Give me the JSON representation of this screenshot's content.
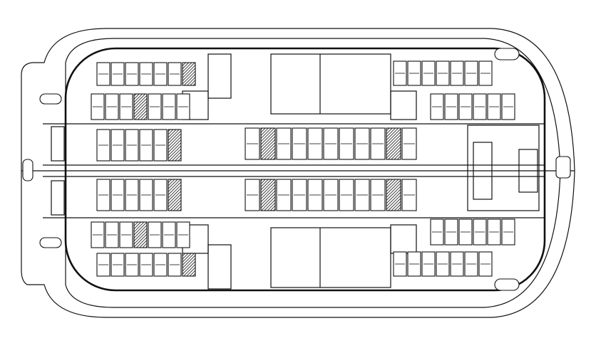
{
  "diagram": {
    "kind": "passenger-vessel-deck-plan",
    "labels": []
  },
  "seat_blocks": [
    {
      "id": "upper-left-top",
      "rows": 1,
      "cols": 7,
      "hatched_cols": [
        6
      ]
    },
    {
      "id": "upper-left-second",
      "rows": 1,
      "cols": 7,
      "hatched_cols": [
        3
      ]
    },
    {
      "id": "central-left-upper",
      "rows": 1,
      "cols": 6,
      "hatched_cols": [
        5
      ]
    },
    {
      "id": "central-mid-upper",
      "rows": 1,
      "cols": 11,
      "hatched_cols": [
        1,
        9
      ]
    },
    {
      "id": "central-left-lower",
      "rows": 1,
      "cols": 6,
      "hatched_cols": [
        5
      ]
    },
    {
      "id": "central-mid-lower",
      "rows": 1,
      "cols": 11,
      "hatched_cols": [
        1,
        9
      ]
    },
    {
      "id": "lower-left-second",
      "rows": 1,
      "cols": 7,
      "hatched_cols": [
        3
      ]
    },
    {
      "id": "lower-left-bottom",
      "rows": 1,
      "cols": 7,
      "hatched_cols": [
        6
      ]
    },
    {
      "id": "upper-right-top",
      "rows": 1,
      "cols": 7,
      "hatched_cols": []
    },
    {
      "id": "upper-right-second",
      "rows": 1,
      "cols": 6,
      "hatched_cols": []
    },
    {
      "id": "lower-right-second",
      "rows": 1,
      "cols": 6,
      "hatched_cols": []
    },
    {
      "id": "lower-right-bottom",
      "rows": 1,
      "cols": 7,
      "hatched_cols": []
    }
  ]
}
